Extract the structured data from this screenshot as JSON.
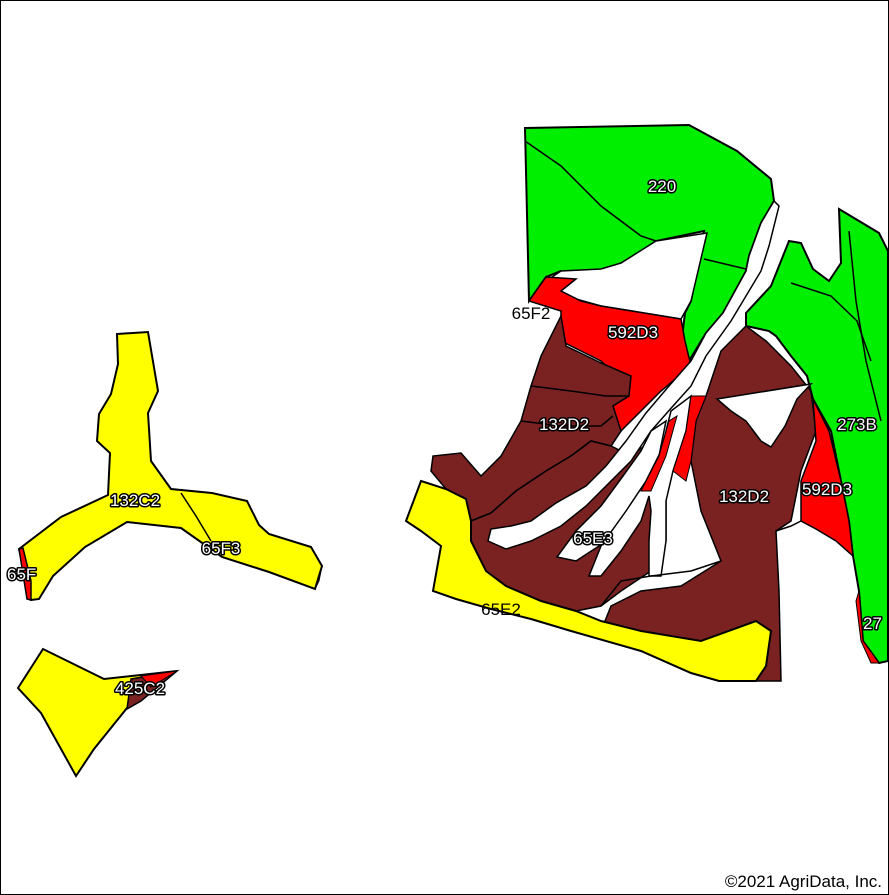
{
  "colors": {
    "yellow": "#ffff00",
    "green": "#00ee00",
    "red": "#ff0000",
    "brown": "#7a2222",
    "outline": "#000000"
  },
  "labels": {
    "l220": "220",
    "l65F2": "65F2",
    "l592D3a": "592D3",
    "l132D2a": "132D2",
    "l273B": "273B",
    "l132C2": "132C2",
    "l65F3": "65F3",
    "l65F": "65F",
    "l65E3": "65E3",
    "l132D2b": "132D2",
    "l592D3b": "592D3",
    "l65E2": "65E2",
    "l425C2": "425C2",
    "l27x": "27"
  },
  "copyright": "©2021 AgriData, Inc."
}
